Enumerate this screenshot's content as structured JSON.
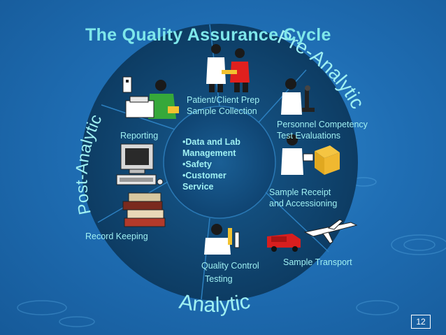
{
  "title": "The Quality Assurance Cycle",
  "phases": {
    "pre": "Pre-Analytic",
    "analytic": "Analytic",
    "post": "Post-Analytic"
  },
  "center": {
    "lines": [
      "•Data and Lab",
      "Management",
      "•Safety",
      "•Customer",
      "Service"
    ]
  },
  "steps": {
    "patient_prep": [
      "Patient/Client Prep",
      "Sample Collection"
    ],
    "personnel": [
      "Personnel Competency",
      "Test Evaluations"
    ],
    "receipt": [
      "Sample Receipt",
      "and Accessioning"
    ],
    "transport": "Sample Transport",
    "qc": [
      "Quality Control",
      "Testing"
    ],
    "record": "Record Keeping",
    "reporting": "Reporting"
  },
  "icons": {
    "patient_prep": "lab-technicians-icon",
    "personnel": "scientist-microscope-icon",
    "receipt": "scientist-box-icon",
    "transport": "van-airplane-icon",
    "qc": "technician-testing-icon",
    "record": "book-stack-icon",
    "computer": "computer-icon",
    "reporting": "fax-operator-icon"
  },
  "page_number": "12",
  "colors": {
    "background": "#1f6eb4",
    "circle": "#0e3e66",
    "inner_circle": "#124e7e",
    "ring": "#1a5f98",
    "text": "#9ff0f2",
    "title": "#7ee7ea"
  }
}
